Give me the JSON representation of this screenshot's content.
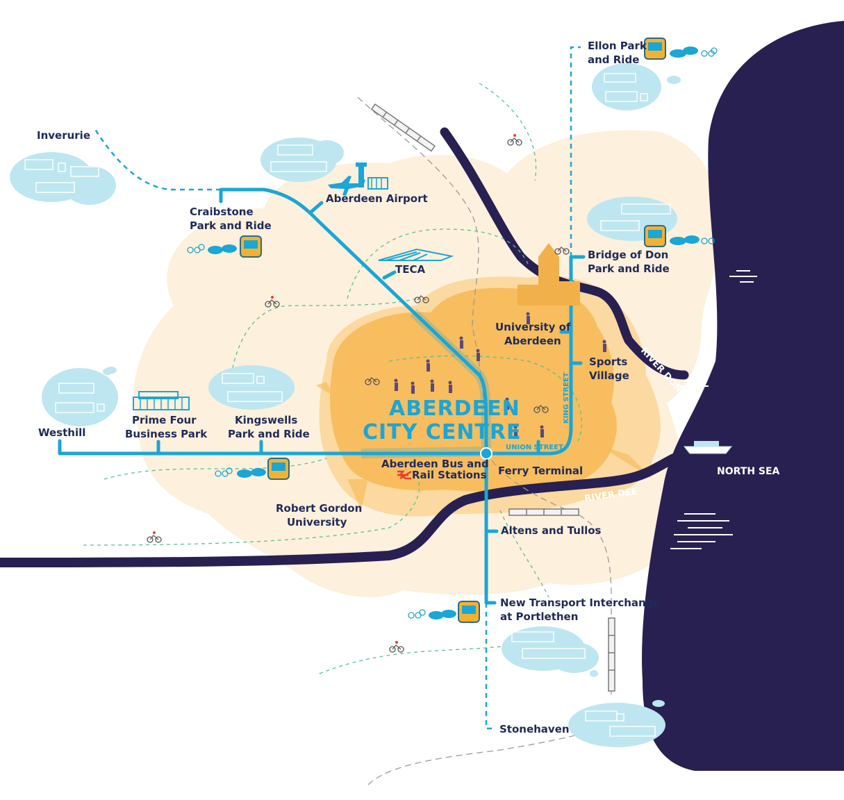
{
  "colors": {
    "sea": "#282051",
    "river": "#282051",
    "zone_outer": "#fdf0dc",
    "zone_mid": "#fbd9a0",
    "zone_city": "#f7bd5f",
    "route": "#1aa6d6",
    "cycle_path": "#5cc08a",
    "label": "#1f2a5a"
  },
  "labels": {
    "inverurie": "Inverurie",
    "craibstone_1": "Craibstone",
    "craibstone_2": "Park and Ride",
    "airport": "Aberdeen Airport",
    "teca": "TECA",
    "ellon_1": "Ellon Park",
    "ellon_2": "and Ride",
    "bridge_don_1": "Bridge of Don",
    "bridge_don_2": "Park and Ride",
    "university_1": "University of",
    "university_2": "Aberdeen",
    "sports_1": "Sports",
    "sports_2": "Village",
    "westhill": "Westhill",
    "prime_four_1": "Prime Four",
    "prime_four_2": "Business Park",
    "kingswells_1": "Kingswells",
    "kingswells_2": "Park and Ride",
    "city_centre_1": "ABERDEEN",
    "city_centre_2": "CITY CENTRE",
    "king_street": "KING STREET",
    "union_street": "UNION STREET",
    "bus_rail_1": "Aberdeen Bus and",
    "bus_rail_2": "Rail Stations",
    "ferry": "Ferry Terminal",
    "river_don": "RIVER DON",
    "river_dee": "RIVER DEE",
    "north_sea": "NORTH SEA",
    "rgu_1": "Robert Gordon",
    "rgu_2": "University",
    "altens": "Altens and Tullos",
    "portlethen_1": "New Transport Interchange",
    "portlethen_2": "at Portlethen",
    "stonehaven": "Stonehaven"
  },
  "icons": [
    "airport-icon",
    "teca-building-icon",
    "business-park-icon",
    "train-icon",
    "ferry-icon",
    "bus-icon",
    "car-icon",
    "bicycle-icon",
    "cathedral-icon",
    "pedestrians-icon",
    "rail-logo-icon",
    "housing-cloud-icon"
  ]
}
